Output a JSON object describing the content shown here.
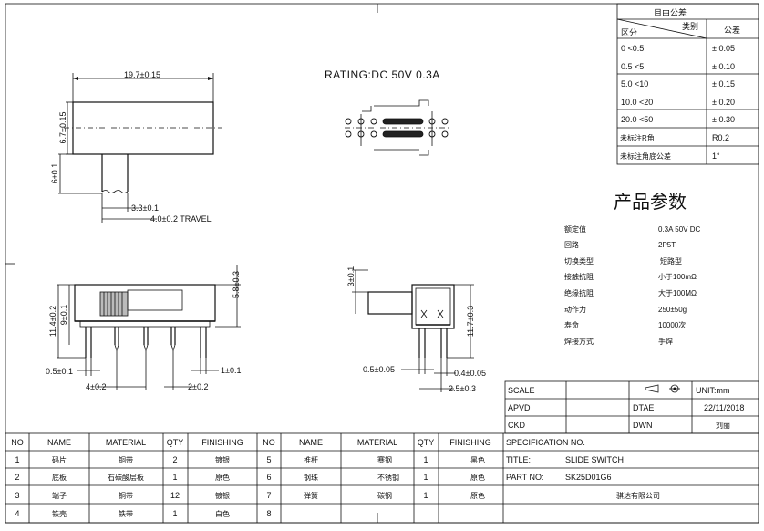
{
  "tolerance_table": {
    "header_title": "目由公差",
    "col_category": "类别",
    "col_zone": "区分",
    "col_tol": "公差",
    "rows": [
      {
        "range": "0   <0.5",
        "tol": "± 0.05"
      },
      {
        "range": "0.5   <5",
        "tol": "± 0.10"
      },
      {
        "range": "5.0   <10",
        "tol": "± 0.15"
      },
      {
        "range": "10.0  <20",
        "tol": "± 0.20"
      },
      {
        "range": "20.0  <50",
        "tol": "± 0.30"
      },
      {
        "range": "未标注R角",
        "tol": "R0.2"
      },
      {
        "range": "未标注角底公差",
        "tol": "1°"
      }
    ]
  },
  "rating": "RATING:DC 50V 0.3A",
  "params": {
    "title": "产品参数",
    "rows": [
      {
        "k": "额定值",
        "v": "0.3A 50V DC"
      },
      {
        "k": "回路",
        "v": "2P5T"
      },
      {
        "k": "切换类型",
        "v": "短路型"
      },
      {
        "k": "接触抗阻",
        "v": "小于100mΩ"
      },
      {
        "k": "绝缘抗阻",
        "v": "大于100MΩ"
      },
      {
        "k": "动作力",
        "v": "250±50g"
      },
      {
        "k": "寿命",
        "v": "10000次"
      },
      {
        "k": "焊接方式",
        "v": "手焊"
      }
    ]
  },
  "dims": {
    "top_width": "19.7±0.15",
    "top_height": "6.7±0.15",
    "lever_len": "6±0.1",
    "lever_w": "3.3±0.1",
    "travel": "4.0±0.2 TRAVEL",
    "front_h1": "11.4±0.2",
    "front_h2": "9±0.1",
    "front_58": "5.8±0.3",
    "front_05": "0.5±0.1",
    "front_1": "1±0.1",
    "front_4": "4±0.2",
    "front_2": "2±0.2",
    "side_3": "3±0.1",
    "side_117": "11.7±0.3",
    "side_05": "0.5±0.05",
    "side_04": "0.4±0.05",
    "side_25": "2.5±0.3"
  },
  "title_block": {
    "scale_label": "SCALE",
    "unit": "UNIT:mm",
    "apvd_label": "APVD",
    "date_label": "DTAE",
    "date": "22/11/2018",
    "ckd_label": "CKD",
    "dwn_label": "DWN",
    "dwn": "刘丽",
    "spec": "SPECIFICATION NO.",
    "title_label": "TITLE:",
    "title": "SLIDE SWITCH",
    "part_label": "PART NO:",
    "part": "SK25D01G6",
    "company": "骐达有限公司"
  },
  "bom": {
    "headers": [
      "NO",
      "NAME",
      "MATERIAL",
      "QTY",
      "FINISHING"
    ],
    "left": [
      {
        "no": "1",
        "name": "码片",
        "material": "铜带",
        "qty": "2",
        "fin": "镀银"
      },
      {
        "no": "2",
        "name": "底板",
        "material": "石碳酸层板",
        "qty": "1",
        "fin": "原色"
      },
      {
        "no": "3",
        "name": "端子",
        "material": "铜带",
        "qty": "12",
        "fin": "镀银"
      },
      {
        "no": "4",
        "name": "铁壳",
        "material": "铁带",
        "qty": "1",
        "fin": "白色"
      }
    ],
    "right": [
      {
        "no": "5",
        "name": "推杆",
        "material": "赛钢",
        "qty": "1",
        "fin": "黑色"
      },
      {
        "no": "6",
        "name": "钢珠",
        "material": "不锈钢",
        "qty": "1",
        "fin": "原色"
      },
      {
        "no": "7",
        "name": "弹簧",
        "material": "碳钢",
        "qty": "1",
        "fin": "原色"
      },
      {
        "no": "8",
        "name": "",
        "material": "",
        "qty": "",
        "fin": ""
      }
    ]
  }
}
